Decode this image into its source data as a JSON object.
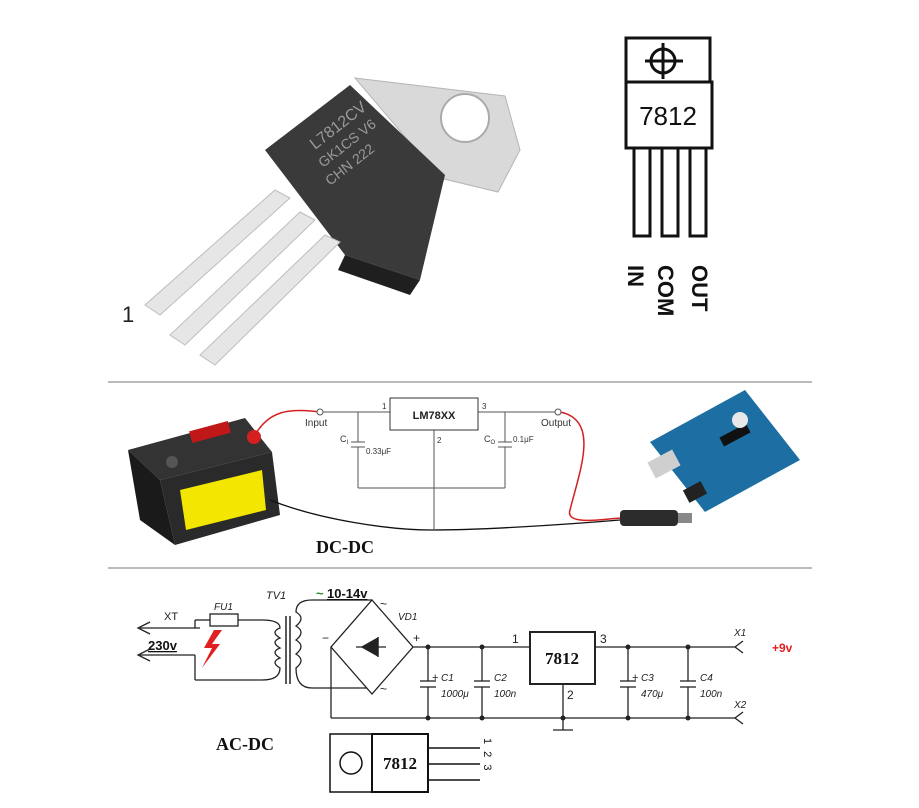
{
  "top": {
    "number_label": "1",
    "chip_marking": [
      "L7812CV",
      "GK1CS V6",
      "CHN 222"
    ],
    "pinout": {
      "part": "7812",
      "pins": [
        "IN",
        "COM",
        "OUT"
      ]
    }
  },
  "dcdc": {
    "caption": "DC-DC",
    "ic_label": "LM78XX",
    "input_label": "Input",
    "output_label": "Output",
    "pin1": "1",
    "pin2": "2",
    "pin3": "3",
    "ci_label": "C",
    "ci_sub": "I",
    "ci_value": "0.33μF",
    "co_label": "C",
    "co_sub": "O",
    "co_value": "0.1μF"
  },
  "acdc": {
    "caption": "AC-DC",
    "xt_label": "XT",
    "mains_voltage": "230v",
    "fuse_label": "FU1",
    "transformer_label": "TV1",
    "tilde": "~",
    "secondary_voltage": "10-14v",
    "bridge_label": "VD1",
    "minus": "−",
    "plus": "+",
    "ac_mark": "~",
    "c1_label": "C1",
    "c1_value": "1000μ",
    "c2_label": "C2",
    "c2_value": "100n",
    "c3_label": "C3",
    "c3_value": "470μ",
    "c4_label": "C4",
    "c4_value": "100n",
    "reg_label": "7812",
    "pin1": "1",
    "pin2": "2",
    "pin3": "3",
    "x1_label": "X1",
    "x2_label": "X2",
    "output_voltage": "+9v",
    "package_label": "7812",
    "package_pins": "1 2 3",
    "output_color": "#e02020",
    "green_color": "#2e8b2e"
  }
}
